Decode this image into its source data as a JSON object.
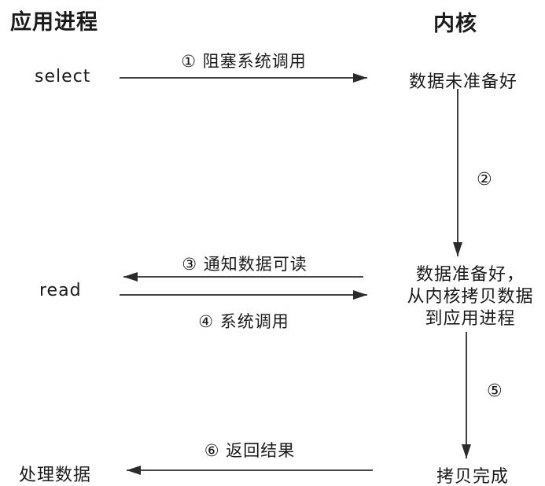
{
  "app_column": {
    "header": "应用进程",
    "select_label": "select",
    "read_label": "read",
    "process_label": "处理数据"
  },
  "kernel_column": {
    "header": "内核",
    "state_not_ready": "数据未准备好",
    "state_ready": "数据准备好，\n从内核拷贝数据\n到应用进程",
    "state_copy_done": "拷贝完成"
  },
  "arrows": {
    "step1_label": "① 阻塞系统调用",
    "step2_label": "②",
    "step3_label": "③ 通知数据可读",
    "step4_label": "④ 系统调用",
    "step5_label": "⑤",
    "step6_label": "⑥ 返回结果"
  },
  "colors": {
    "background": "#ffffff",
    "text": "#1a1a1a",
    "line": "#2b2b2b"
  }
}
